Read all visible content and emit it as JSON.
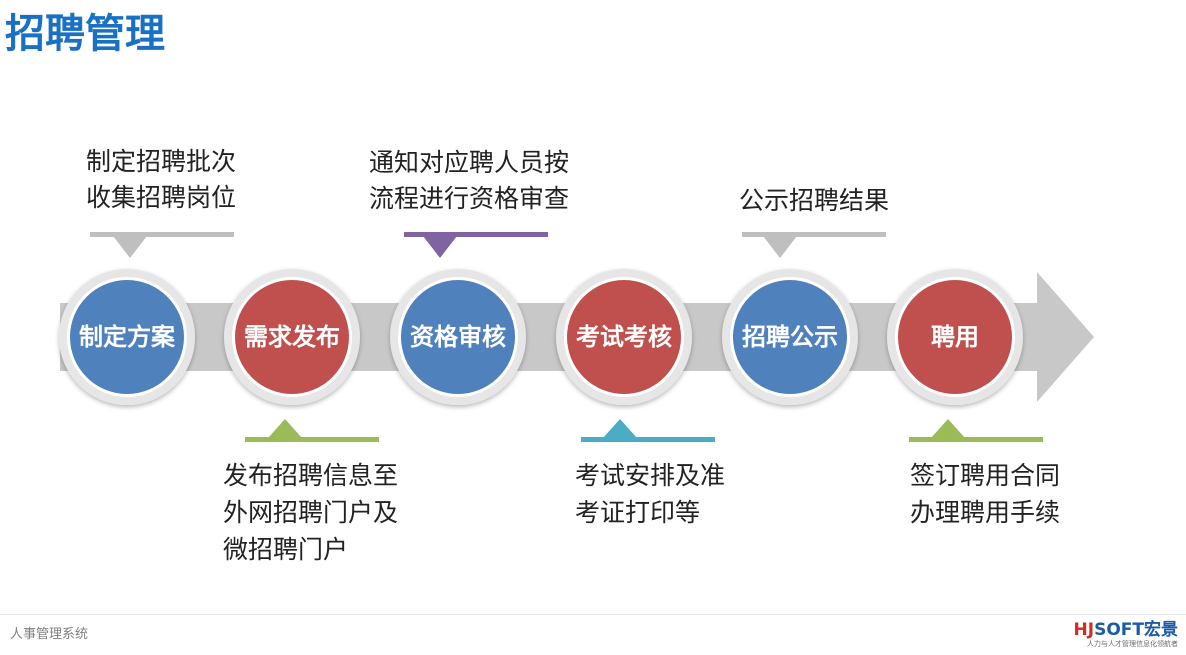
{
  "page": {
    "title": "招聘管理",
    "footer_text": "人事管理系统"
  },
  "logo": {
    "brand_red": "HJ",
    "brand_blue": "SOFT",
    "brand_cn": "宏景",
    "slogan": "人力与人才管理信息化领航者"
  },
  "colors": {
    "title": "#1A71C4",
    "arrow": "#C8C8C8",
    "ring": "#E6E6E6"
  },
  "steps": [
    {
      "label": "制定方案",
      "color": "#4F81BD",
      "note": {
        "accent": "#BFBFBF",
        "lines": [
          "制定招聘批次",
          "收集招聘岗位"
        ]
      }
    },
    {
      "label": "需求发布",
      "color": "#C0504D",
      "note": {
        "accent": "#9BBB59",
        "lines": [
          "发布招聘信息至",
          "外网招聘门户及",
          "微招聘门户"
        ]
      }
    },
    {
      "label": "资格审核",
      "color": "#4F81BD",
      "note": {
        "accent": "#8064A2",
        "lines": [
          "通知对应聘人员按",
          "流程进行资格审查"
        ]
      }
    },
    {
      "label": "考试考核",
      "color": "#C0504D",
      "note": {
        "accent": "#4BACC6",
        "lines": [
          "考试安排及准",
          "考证打印等"
        ]
      }
    },
    {
      "label": "招聘公示",
      "color": "#4F81BD",
      "note": {
        "accent": "#BFBFBF",
        "lines": [
          "公示招聘结果"
        ]
      }
    },
    {
      "label": "聘用",
      "color": "#C0504D",
      "note": {
        "accent": "#9BBB59",
        "lines": [
          "签订聘用合同",
          "办理聘用手续"
        ]
      }
    }
  ]
}
